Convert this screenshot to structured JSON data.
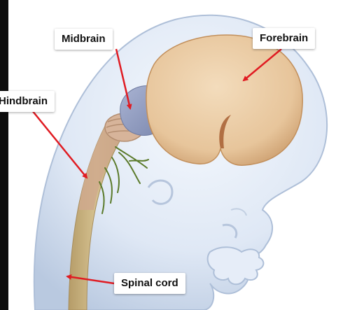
{
  "labels": {
    "midbrain": "Midbrain",
    "forebrain": "Forebrain",
    "hindbrain": "Hindbrain",
    "spinal_cord": "Spinal cord"
  },
  "colors": {
    "background_left_strip": "#0c0c0c",
    "body": "#dde8f6",
    "body_outline": "#aebfd8",
    "forebrain": "#e9c9a0",
    "midbrain": "#8c98bd",
    "hindbrain": "#cfa98d",
    "spinal_cord": "#c8b27f",
    "nerves": "#5a7a2a",
    "arrows": "#e01b22"
  }
}
